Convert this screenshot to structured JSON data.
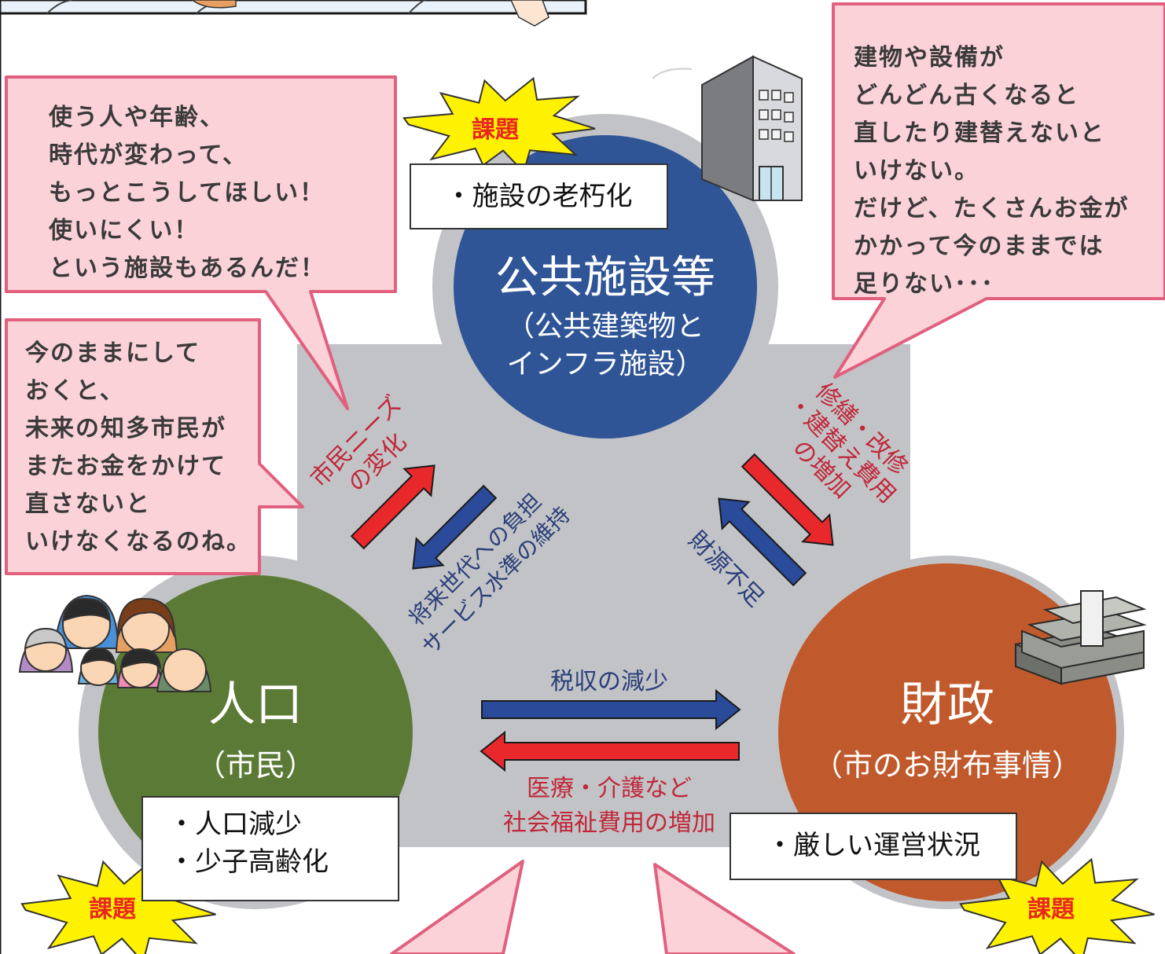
{
  "colors": {
    "facilities_circle": "#2f5597",
    "population_circle": "#5b7a36",
    "finance_circle": "#c0592b",
    "backdrop_gray": "#c2c3c6",
    "bubble_fill": "#fad2d8",
    "bubble_border": "#e0607e",
    "arrow_red": "#e8282b",
    "arrow_blue": "#2a4a9a",
    "burst_yellow": "#fff200",
    "label_red": "#c0283a",
    "label_blue": "#2a3f7a"
  },
  "bubbles": {
    "top_left": "使う人や年齢、\n時代が変わって、\nもっとこうしてほしい！\n使いにくい！\nという施設もあるんだ！",
    "mid_left": "今のままにして\nおくと、\n未来の知多市民が\nまたお金をかけて\n直さないと\nいけなくなるのね。",
    "top_right": "建物や設備が\nどんどん古くなると\n直したり建替えないと\nいけない。\nだけど、たくさんお金が\nかかって今のままでは\n足りない･･･"
  },
  "circles": {
    "facilities": {
      "title": "公共施設等",
      "subtitle": "（公共建築物と\nインフラ施設）"
    },
    "population": {
      "title": "人口",
      "subtitle": "（市民）"
    },
    "finance": {
      "title": "財政",
      "subtitle": "（市のお財布事情）"
    }
  },
  "issues": {
    "facilities": "・施設の老朽化",
    "population": "・人口減少\n・少子高齢化",
    "finance": "・厳しい運営状況"
  },
  "burst_label": "課題",
  "arrows": {
    "needs_change": "市民ニーズ\nの変化",
    "future_burden": "将来世代への負担\nサービス水準の維持",
    "repair_cost": "修繕・改修\n・建替え費用\nの増加",
    "revenue_shortage": "財源不足",
    "tax_decrease": "税収の減少",
    "welfare_cost": "医療・介護など\n社会福祉費用の増加"
  },
  "icons": [
    "building-icon",
    "money-stack-icon",
    "family-icon",
    "person-icon"
  ]
}
